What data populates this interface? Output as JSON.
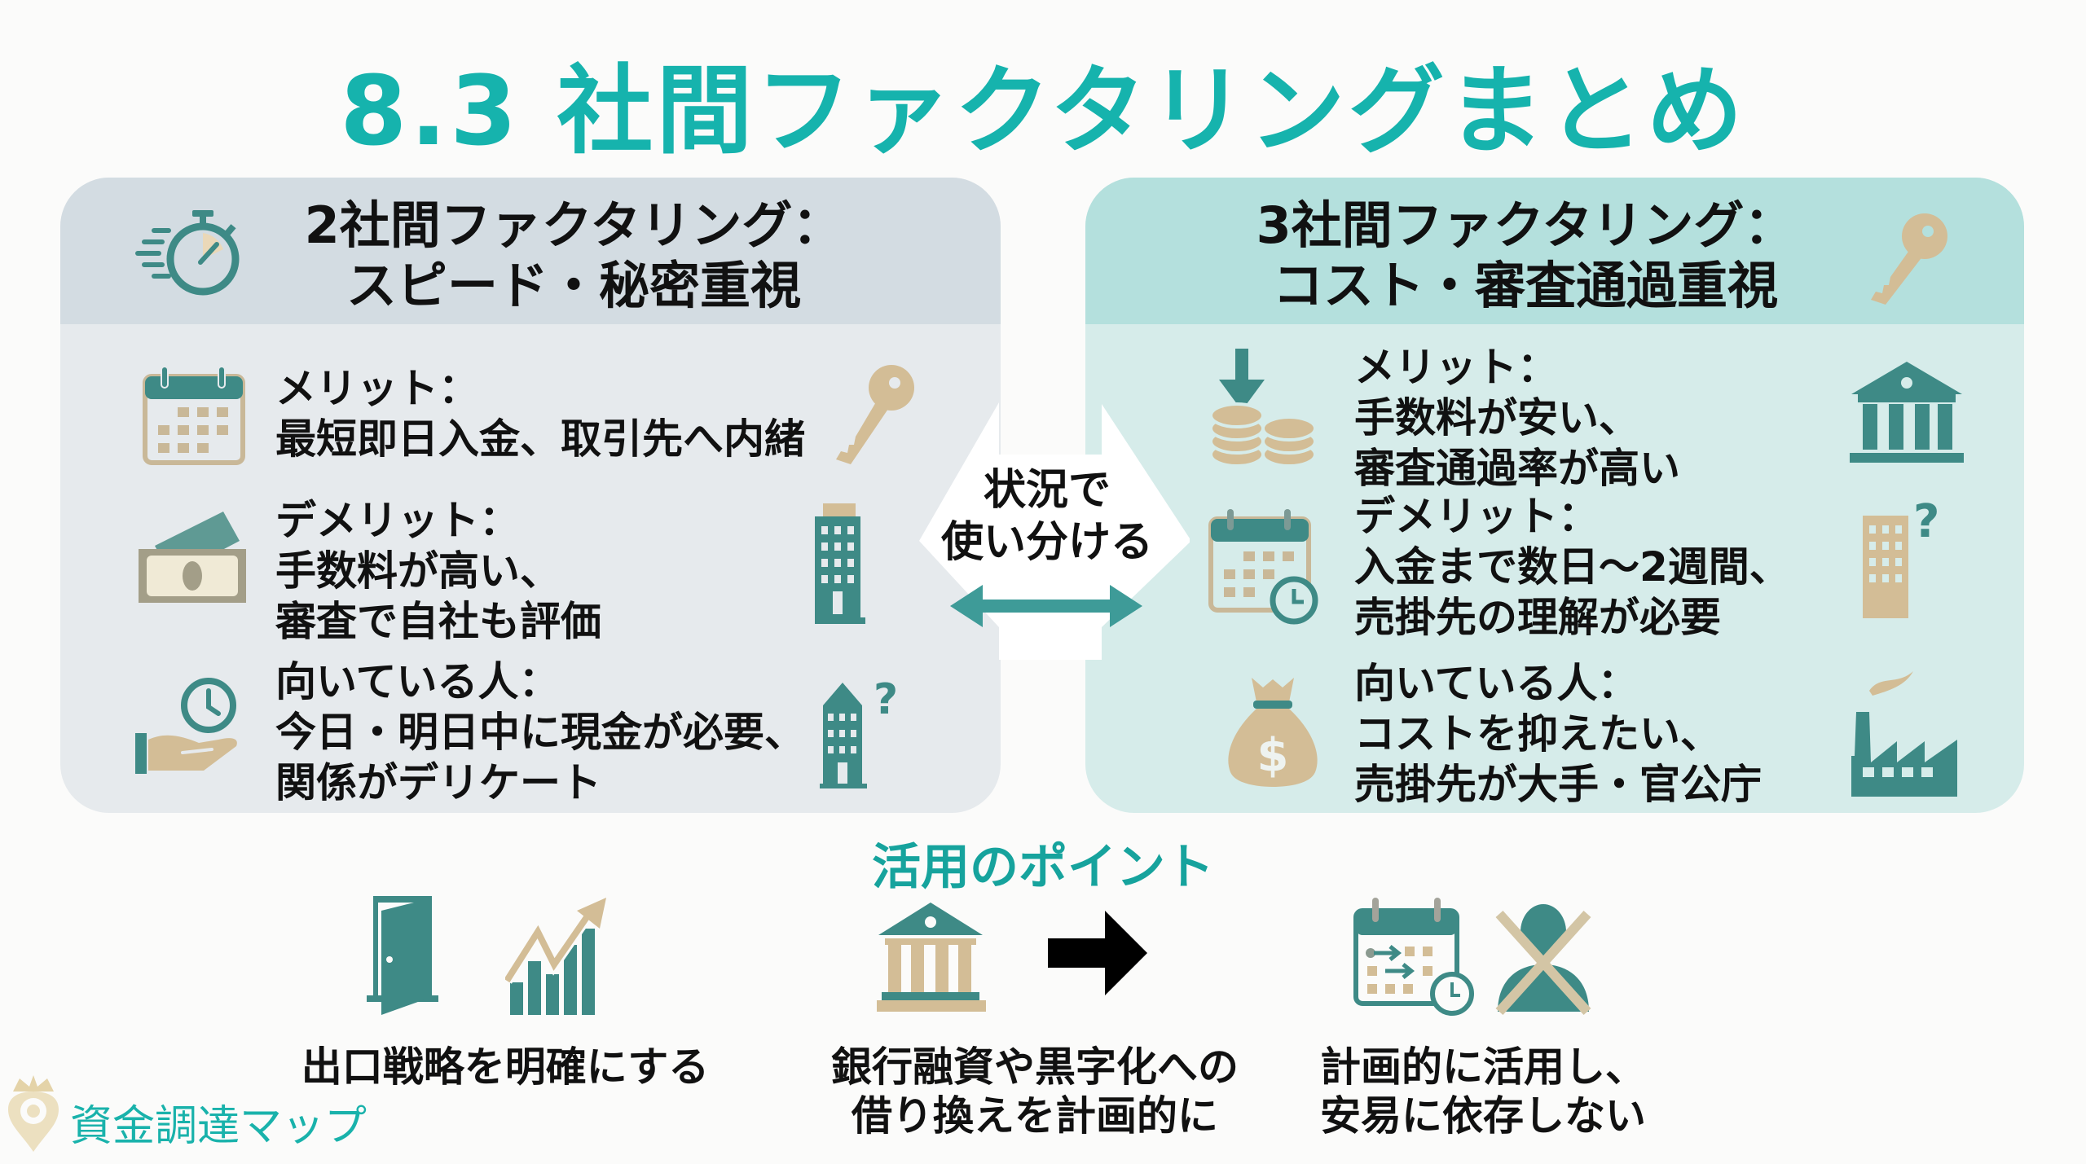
{
  "title": "8.3 社間ファクタリングまとめ",
  "colors": {
    "title_teal": "#16b3ad",
    "icon_teal": "#3e8a86",
    "icon_beige": "#d3bd96",
    "left_panel_bg": "#e6eaed",
    "left_header_bg": "#d3dce2",
    "right_panel_bg": "#d6ecea",
    "right_header_bg": "#b4e0dd"
  },
  "left_panel": {
    "header_line1": "2社間ファクタリング：",
    "header_line2": "スピード・秘密重視",
    "header_icon": "stopwatch-icon",
    "rows": [
      {
        "label": "メリット：",
        "lines": [
          "最短即日入金、取引先へ内緒"
        ],
        "left_icon": "calendar-icon",
        "right_icon": "key-icon"
      },
      {
        "label": "デメリット：",
        "lines": [
          "手数料が高い、",
          "審査で自社も評価"
        ],
        "left_icon": "cash-bills-icon",
        "right_icon": "office-building-icon"
      },
      {
        "label": "向いている人：",
        "lines": [
          "今日・明日中に現金が必要、",
          "関係がデリケート"
        ],
        "left_icon": "hand-clock-icon",
        "right_icon": "building-question-icon"
      }
    ]
  },
  "right_panel": {
    "header_line1": "3社間ファクタリング：",
    "header_line2": "コスト・審査通過重視",
    "header_icon": "key-icon",
    "rows": [
      {
        "label": "メリット：",
        "lines": [
          "手数料が安い、",
          "審査通過率が高い"
        ],
        "left_icon": "coins-down-arrow-icon",
        "right_icon": "bank-icon"
      },
      {
        "label": "デメリット：",
        "lines": [
          "入金まで数日〜2週間、",
          "売掛先の理解が必要"
        ],
        "left_icon": "calendar-clock-icon",
        "right_icon": "building-question-icon"
      },
      {
        "label": "向いている人：",
        "lines": [
          "コストを抑えたい、",
          "売掛先が大手・官公庁"
        ],
        "left_icon": "money-bag-icon",
        "right_icon": "factory-icon"
      }
    ]
  },
  "center": {
    "line1": "状況で",
    "line2": "使い分ける",
    "icon": "double-arrow-icon"
  },
  "points": {
    "title": "活用のポイント",
    "items": [
      {
        "lines": [
          "出口戦略を明確にする"
        ],
        "icons": [
          "door-icon",
          "growth-chart-icon"
        ]
      },
      {
        "lines": [
          "銀行融資や黒字化への",
          "借り換えを計画的に"
        ],
        "icons": [
          "bank-icon",
          "right-arrow-icon"
        ]
      },
      {
        "lines": [
          "計画的に活用し、",
          "安易に依存しない"
        ],
        "icons": [
          "schedule-calendar-icon",
          "person-crossed-icon"
        ]
      }
    ]
  },
  "logo": {
    "text": "資金調達マップ",
    "icon": "crown-pin-icon"
  }
}
